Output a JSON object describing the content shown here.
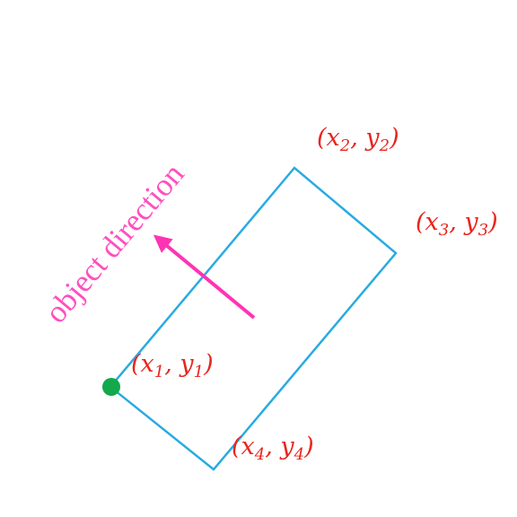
{
  "colors": {
    "box": "#29abe2",
    "arrow": "#ff33b4",
    "label": "#e8251e",
    "point": "#12a84b",
    "direction_text": "#ff4fc0"
  },
  "direction_label": "object direction",
  "labels": {
    "p1": {
      "base1": "x",
      "sub1": "1",
      "base2": "y",
      "sub2": "1"
    },
    "p2": {
      "base1": "x",
      "sub1": "2",
      "base2": "y",
      "sub2": "2"
    },
    "p3": {
      "base1": "x",
      "sub1": "3",
      "base2": "y",
      "sub2": "3"
    },
    "p4": {
      "base1": "x",
      "sub1": "4",
      "base2": "y",
      "sub2": "4"
    }
  }
}
